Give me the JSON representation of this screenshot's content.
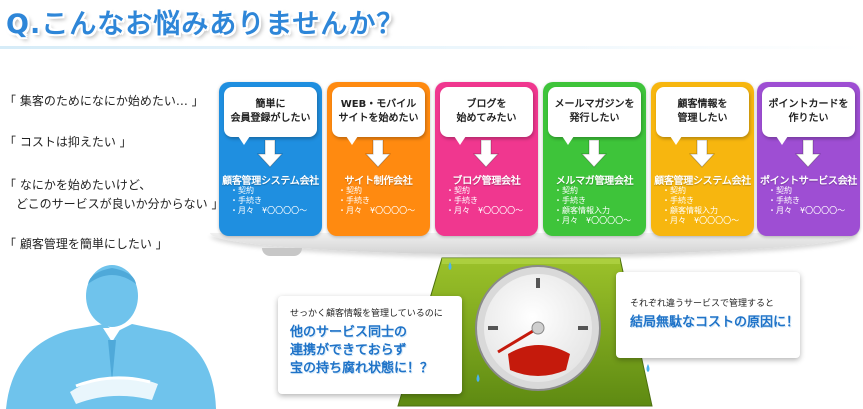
{
  "header": {
    "title": "Q.こんなお悩みありませんか？"
  },
  "worries": [
    "「 集客のためになにか始めたい… 」",
    "「 コストは抑えたい 」",
    "「 なにかを始めたいけど、\n　どこのサービスが良いか分からない 」",
    "「 顧客管理を簡単にしたい 」"
  ],
  "services": [
    {
      "need": "簡単に\n会員登録がしたい",
      "company": "顧客管理システム会社",
      "items": [
        "・契約",
        "・手続き",
        "・月々　¥〇〇〇〇〜"
      ],
      "color": "#1f8fe0"
    },
    {
      "need": "WEB・モバイル\nサイトを始めたい",
      "company": "サイト制作会社",
      "items": [
        "・契約",
        "・手続き",
        "・月々　¥〇〇〇〇〜"
      ],
      "color": "#ff8a10"
    },
    {
      "need": "ブログを\n始めてみたい",
      "company": "ブログ管理会社",
      "items": [
        "・契約",
        "・手続き",
        "・月々　¥〇〇〇〇〜"
      ],
      "color": "#f0378f"
    },
    {
      "need": "メールマガジンを\n発行したい",
      "company": "メルマガ管理会社",
      "items": [
        "・契約",
        "・手続き",
        "・顧客情報入力",
        "・月々　¥〇〇〇〇〜"
      ],
      "color": "#3ec43a"
    },
    {
      "need": "顧客情報を\n管理したい",
      "company": "顧客管理システム会社",
      "items": [
        "・契約",
        "・手続き",
        "・顧客情報入力",
        "・月々　¥〇〇〇〇〜"
      ],
      "color": "#f7b60f"
    },
    {
      "need": "ポイントカードを\n作りたい",
      "company": "ポイントサービス会社",
      "items": [
        "・契約",
        "・手続き",
        "・月々　¥〇〇〇〇〜"
      ],
      "color": "#9e4ed3"
    }
  ],
  "panel_left": {
    "lead": "せっかく顧客情報を管理しているのに",
    "headline": "他のサービス同士の\n連携ができておらず\n宝の持ち腐れ状態に！？"
  },
  "panel_right": {
    "lead": "それぞれ違うサービスで管理すると",
    "headline": "結局無駄なコストの原因に！"
  },
  "colors": {
    "title": "#2e86d8",
    "headline": "#1f73c8",
    "scale_green": "#7ea51b",
    "person": "#6fc3ec"
  }
}
